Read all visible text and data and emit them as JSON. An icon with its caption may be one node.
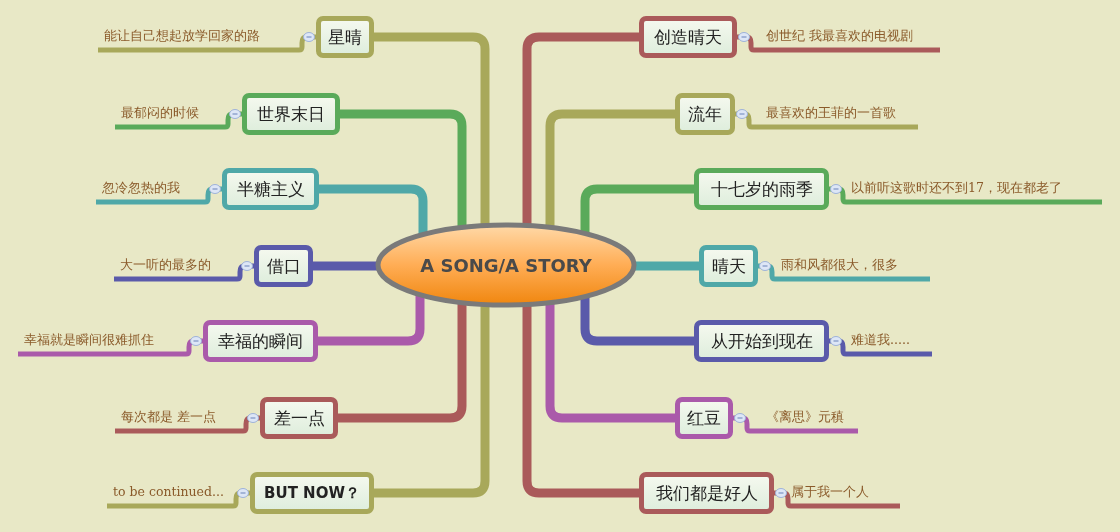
{
  "diagram": {
    "nodes": [
      {
        "text": [
          "A SONG/A STORY"
        ]
      },
      {
        "text": [
          "星晴"
        ]
      },
      {
        "text": [
          "能让自己想起放学回家的路"
        ]
      },
      {
        "text": [
          "世界末日"
        ]
      },
      {
        "text": [
          "最郁闷的时候"
        ]
      },
      {
        "text": [
          "半糖主义"
        ]
      },
      {
        "text": [
          "忽冷忽热的我"
        ]
      },
      {
        "text": [
          "借口"
        ]
      },
      {
        "text": [
          "大一听的最多的"
        ]
      },
      {
        "text": [
          "幸福的瞬间"
        ]
      },
      {
        "text": [
          "幸福就是瞬间很难抓住"
        ]
      },
      {
        "text": [
          "差一点"
        ]
      },
      {
        "text": [
          "每次都是 差一点"
        ]
      },
      {
        "text": [
          "BUT NOW？"
        ]
      },
      {
        "text": [
          "to be continued..."
        ]
      },
      {
        "text": [
          "创造晴天"
        ]
      },
      {
        "text": [
          "创世纪 我最喜欢的电视剧"
        ]
      },
      {
        "text": [
          "流年"
        ]
      },
      {
        "text": [
          "最喜欢的王菲的一首歌"
        ]
      },
      {
        "text": [
          "十七岁的雨季"
        ]
      },
      {
        "text": [
          "以前听这歌时还不到17，现在都老了"
        ]
      },
      {
        "text": [
          "晴天"
        ]
      },
      {
        "text": [
          "雨和风都很大，很多"
        ]
      },
      {
        "text": [
          "从开始到现在"
        ]
      },
      {
        "text": [
          "难道我....."
        ]
      },
      {
        "text": [
          "红豆"
        ]
      },
      {
        "text": [
          "《离思》元稹"
        ]
      },
      {
        "text": [
          "我们都是好人"
        ]
      },
      {
        "text": [
          "属于我一个人"
        ]
      }
    ],
    "edges": [
      {
        "from": 0,
        "to": 1,
        "arrow": "none",
        "style": "thick",
        "color": "#a8a85a"
      },
      {
        "from": 1,
        "to": 2,
        "arrow": "other",
        "color": "#a8a85a"
      },
      {
        "from": 0,
        "to": 3,
        "arrow": "none",
        "style": "thick",
        "color": "#5aaa5a"
      },
      {
        "from": 3,
        "to": 4,
        "arrow": "other",
        "color": "#5aaa5a"
      },
      {
        "from": 0,
        "to": 5,
        "arrow": "none",
        "style": "thick",
        "color": "#4fa8a8"
      },
      {
        "from": 5,
        "to": 6,
        "arrow": "other",
        "color": "#4fa8a8"
      },
      {
        "from": 0,
        "to": 7,
        "arrow": "none",
        "style": "thick",
        "color": "#5a5aaa"
      },
      {
        "from": 7,
        "to": 8,
        "arrow": "other",
        "color": "#5a5aaa"
      },
      {
        "from": 0,
        "to": 9,
        "arrow": "none",
        "style": "thick",
        "color": "#aa5aaa"
      },
      {
        "from": 9,
        "to": 10,
        "arrow": "other",
        "color": "#aa5aaa"
      },
      {
        "from": 0,
        "to": 11,
        "arrow": "none",
        "style": "thick",
        "color": "#aa5a5a"
      },
      {
        "from": 11,
        "to": 12,
        "arrow": "other",
        "color": "#aa5a5a"
      },
      {
        "from": 0,
        "to": 13,
        "arrow": "none",
        "style": "thick",
        "color": "#a8a85a"
      },
      {
        "from": 13,
        "to": 14,
        "arrow": "other",
        "color": "#a8a85a"
      },
      {
        "from": 0,
        "to": 15,
        "arrow": "none",
        "style": "thick",
        "color": "#aa5a5a"
      },
      {
        "from": 15,
        "to": 16,
        "arrow": "other",
        "color": "#aa5a5a"
      },
      {
        "from": 0,
        "to": 17,
        "arrow": "none",
        "style": "thick",
        "color": "#a8a85a"
      },
      {
        "from": 17,
        "to": 18,
        "arrow": "other",
        "color": "#a8a85a"
      },
      {
        "from": 0,
        "to": 19,
        "arrow": "none",
        "style": "thick",
        "color": "#5aaa5a"
      },
      {
        "from": 19,
        "to": 20,
        "arrow": "other",
        "color": "#5aaa5a"
      },
      {
        "from": 0,
        "to": 21,
        "arrow": "none",
        "style": "thick",
        "color": "#4fa8a8"
      },
      {
        "from": 21,
        "to": 22,
        "arrow": "other",
        "color": "#4fa8a8"
      },
      {
        "from": 0,
        "to": 23,
        "arrow": "none",
        "style": "thick",
        "color": "#5a5aaa"
      },
      {
        "from": 23,
        "to": 24,
        "arrow": "other",
        "color": "#5a5aaa"
      },
      {
        "from": 0,
        "to": 25,
        "arrow": "none",
        "style": "thick",
        "color": "#aa5aaa"
      },
      {
        "from": 25,
        "to": 26,
        "arrow": "other",
        "color": "#aa5aaa"
      },
      {
        "from": 0,
        "to": 27,
        "arrow": "none",
        "style": "thick",
        "color": "#aa5a5a"
      },
      {
        "from": 27,
        "to": 28,
        "arrow": "other",
        "color": "#aa5a5a"
      }
    ]
  }
}
